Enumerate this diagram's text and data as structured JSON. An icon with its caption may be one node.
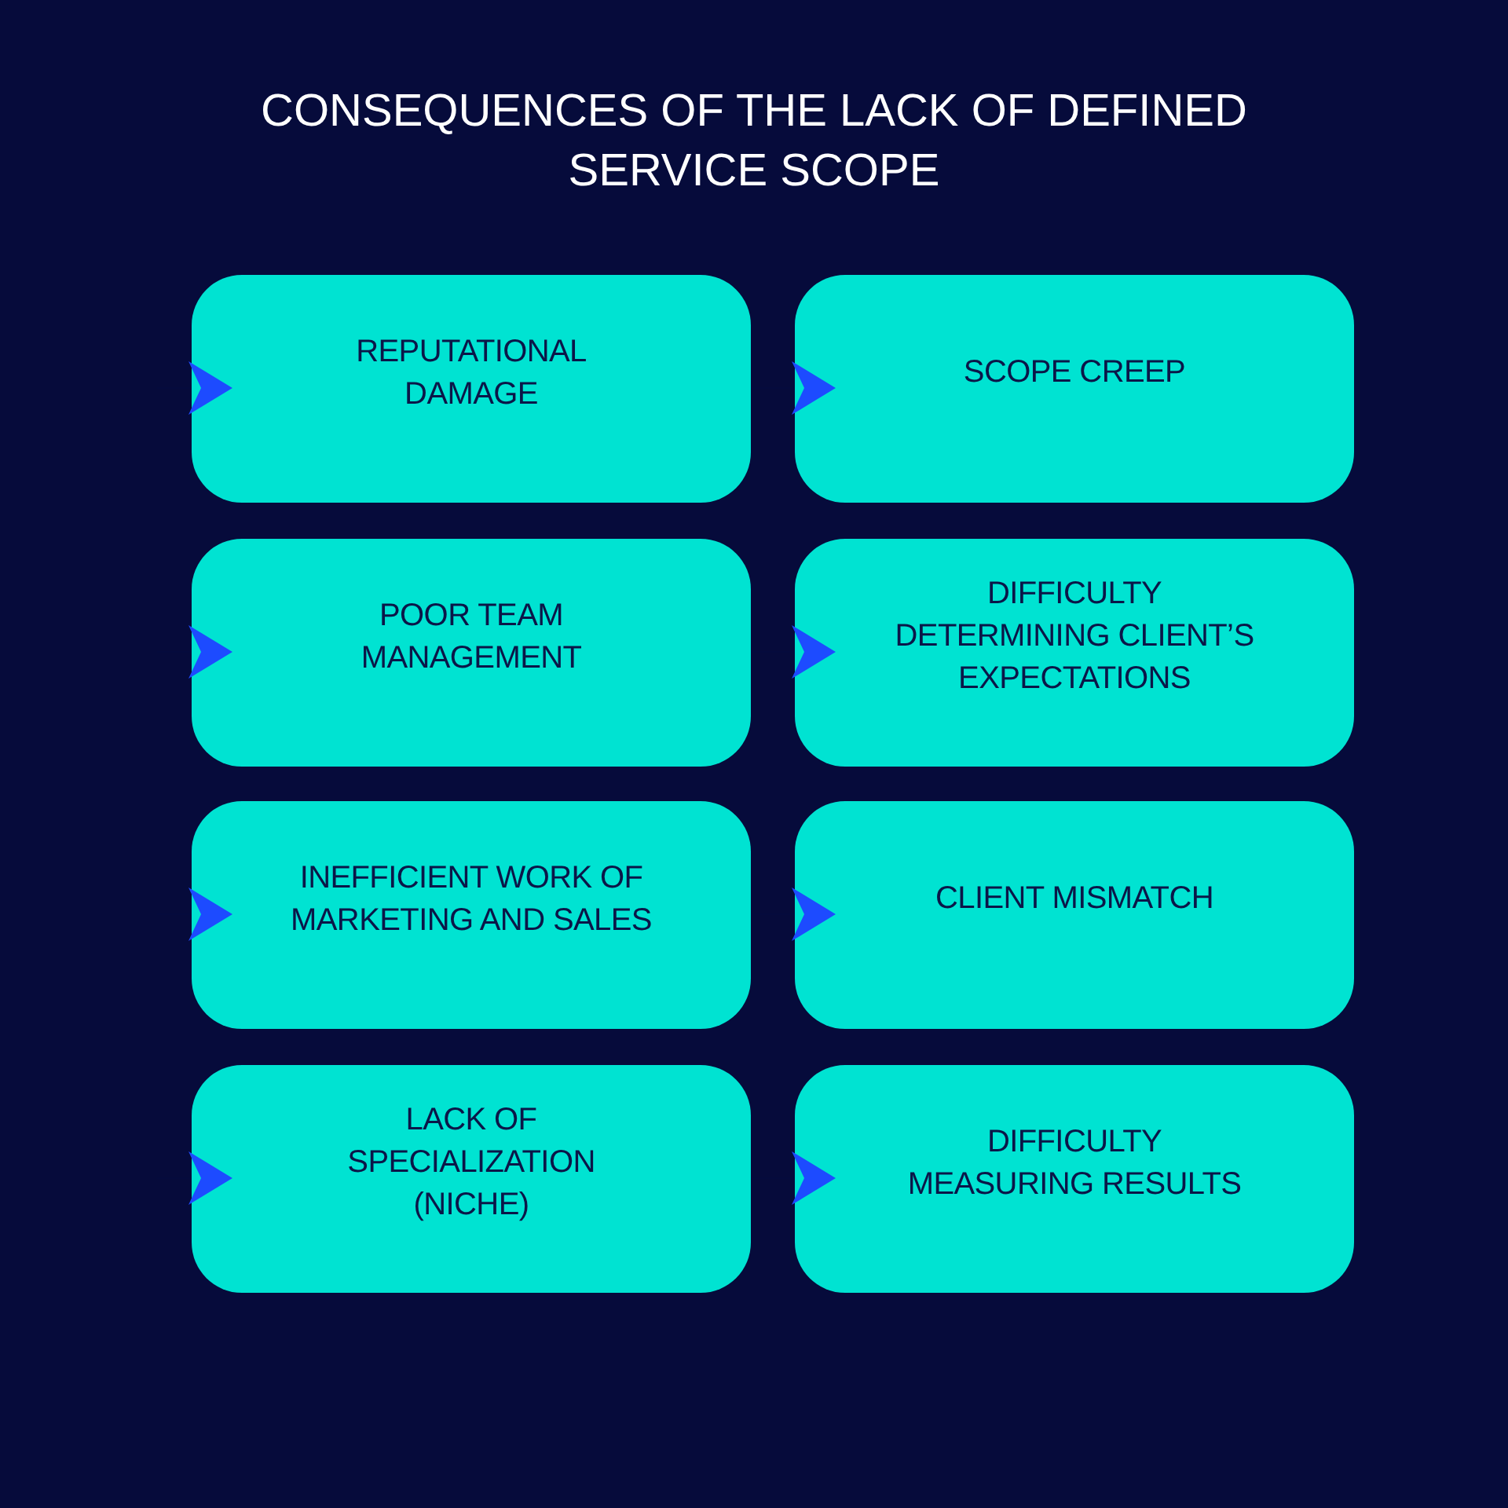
{
  "diagram": {
    "title": "CONSEQUENCES OF THE LACK OF DEFINED SERVICE SCOPE",
    "nodes": [
      {
        "text": [
          "REPUTATIONAL DAMAGE"
        ]
      },
      {
        "text": [
          "SCOPE CREEP"
        ]
      },
      {
        "text": [
          "POOR TEAM MANAGEMENT"
        ]
      },
      {
        "text": [
          "DIFFICULTY DETERMINING CLIENT’S EXPECTATIONS"
        ]
      },
      {
        "text": [
          "INEFFICIENT WORK OF MARKETING AND SALES"
        ]
      },
      {
        "text": [
          "CLIENT MISMATCH"
        ]
      },
      {
        "text": [
          "LACK OF SPECIALIZATION (NICHE)"
        ]
      },
      {
        "text": [
          "DIFFICULTY MEASURING RESULTS"
        ]
      }
    ],
    "edges": [
      {
        "from": null,
        "to": 0,
        "arrow": "to"
      },
      {
        "from": 0,
        "to": 1,
        "arrow": "to"
      },
      {
        "from": null,
        "to": 2,
        "arrow": "to"
      },
      {
        "from": 2,
        "to": 3,
        "arrow": "to"
      },
      {
        "from": null,
        "to": 4,
        "arrow": "to"
      },
      {
        "from": 4,
        "to": 5,
        "arrow": "to"
      },
      {
        "from": null,
        "to": 6,
        "arrow": "to"
      },
      {
        "from": 6,
        "to": 7,
        "arrow": "to"
      }
    ]
  }
}
